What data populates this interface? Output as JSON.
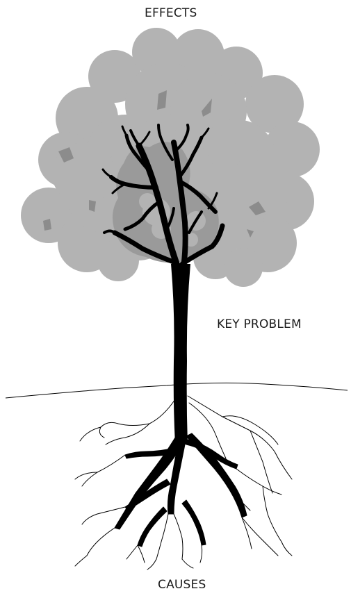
{
  "labels": {
    "effects": "EFFECTS",
    "key_problem": "KEY PROBLEM",
    "causes": "CAUSES"
  },
  "colors": {
    "canopy": "#b3b3b3",
    "canopy_dark": "#8c8c8c",
    "inner_canopy": "#9a9a9a",
    "trunk": "#000000",
    "ground_line": "#000000",
    "background": "#ffffff"
  }
}
